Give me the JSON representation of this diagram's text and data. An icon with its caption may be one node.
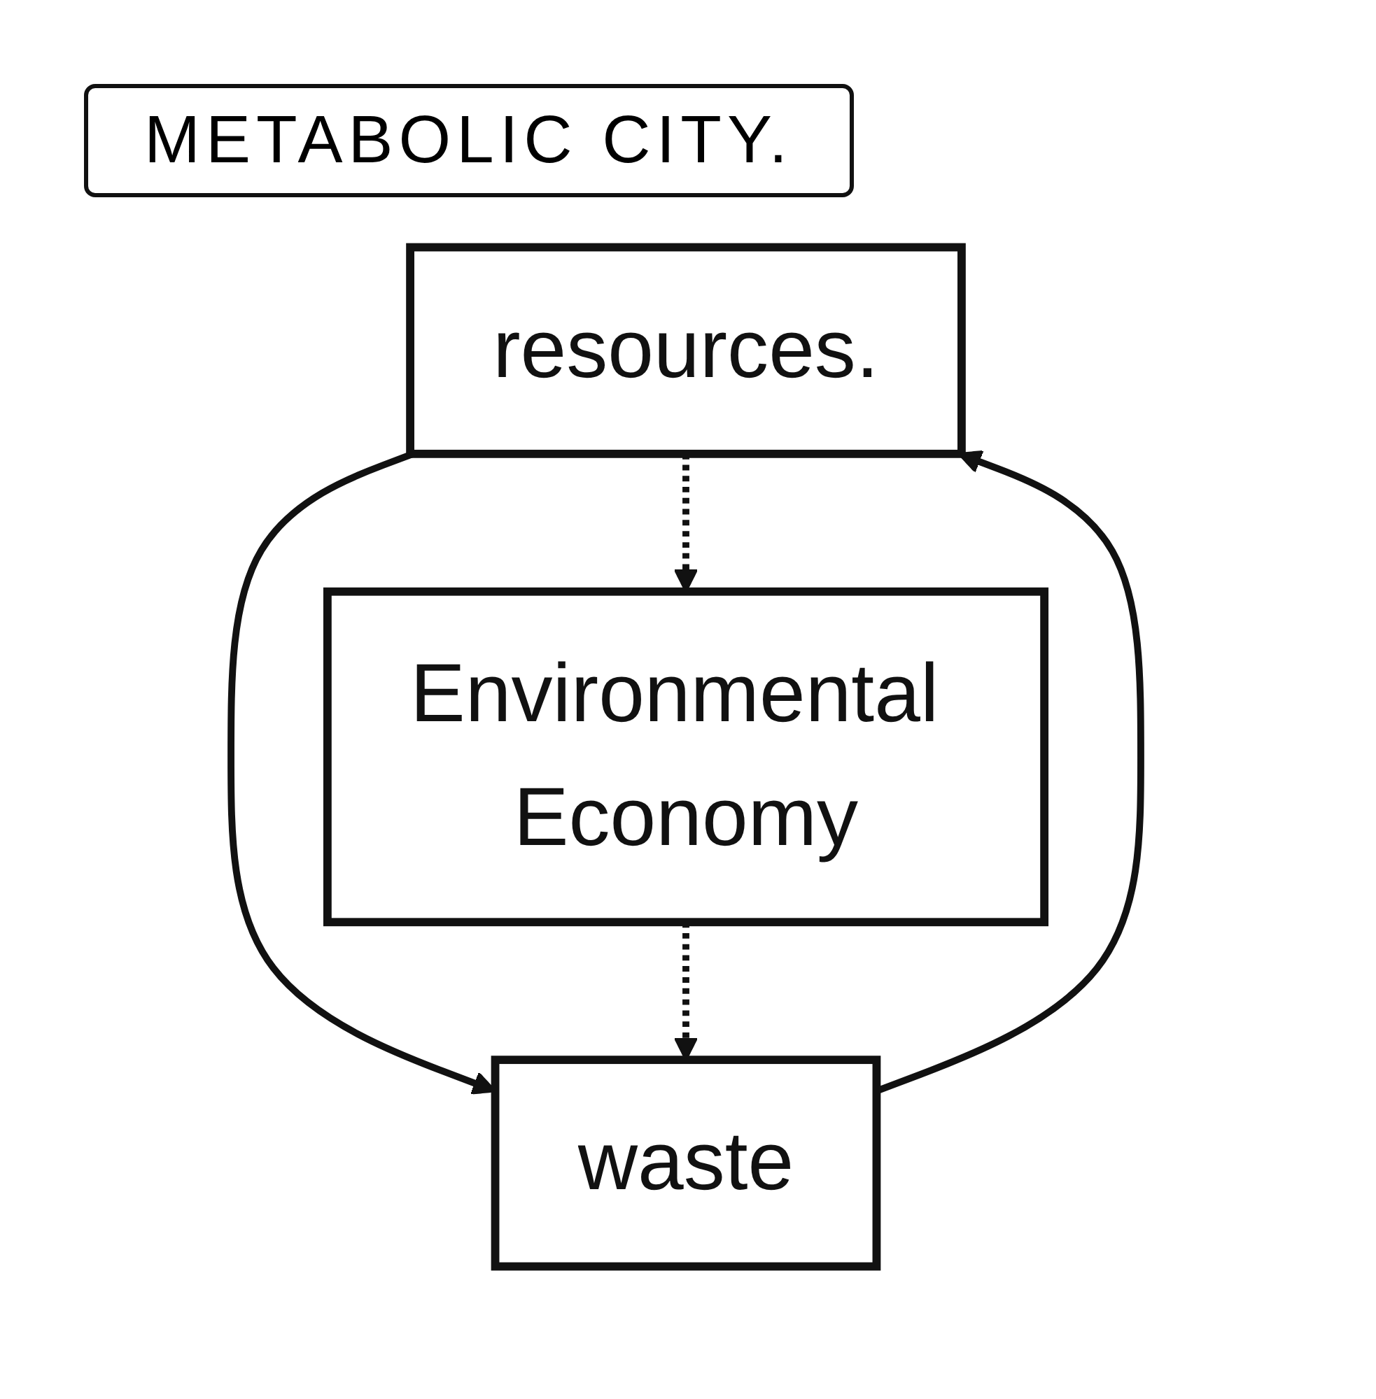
{
  "diagram": {
    "title": "METABOLIC CITY.",
    "nodes": [
      {
        "text": [
          "resources."
        ]
      },
      {
        "text": [
          "waste"
        ]
      },
      {
        "text": [
          "Environmental Economy"
        ]
      }
    ],
    "edges": [
      {
        "from": 1,
        "to": 0,
        "arrow": "to"
      },
      {
        "from": 0,
        "to": 1,
        "arrow": "to"
      },
      {
        "from": 0,
        "to": 2,
        "arrow": "to",
        "style": "dashed"
      },
      {
        "from": 2,
        "to": 1,
        "arrow": "to",
        "style": "dashed"
      }
    ]
  }
}
